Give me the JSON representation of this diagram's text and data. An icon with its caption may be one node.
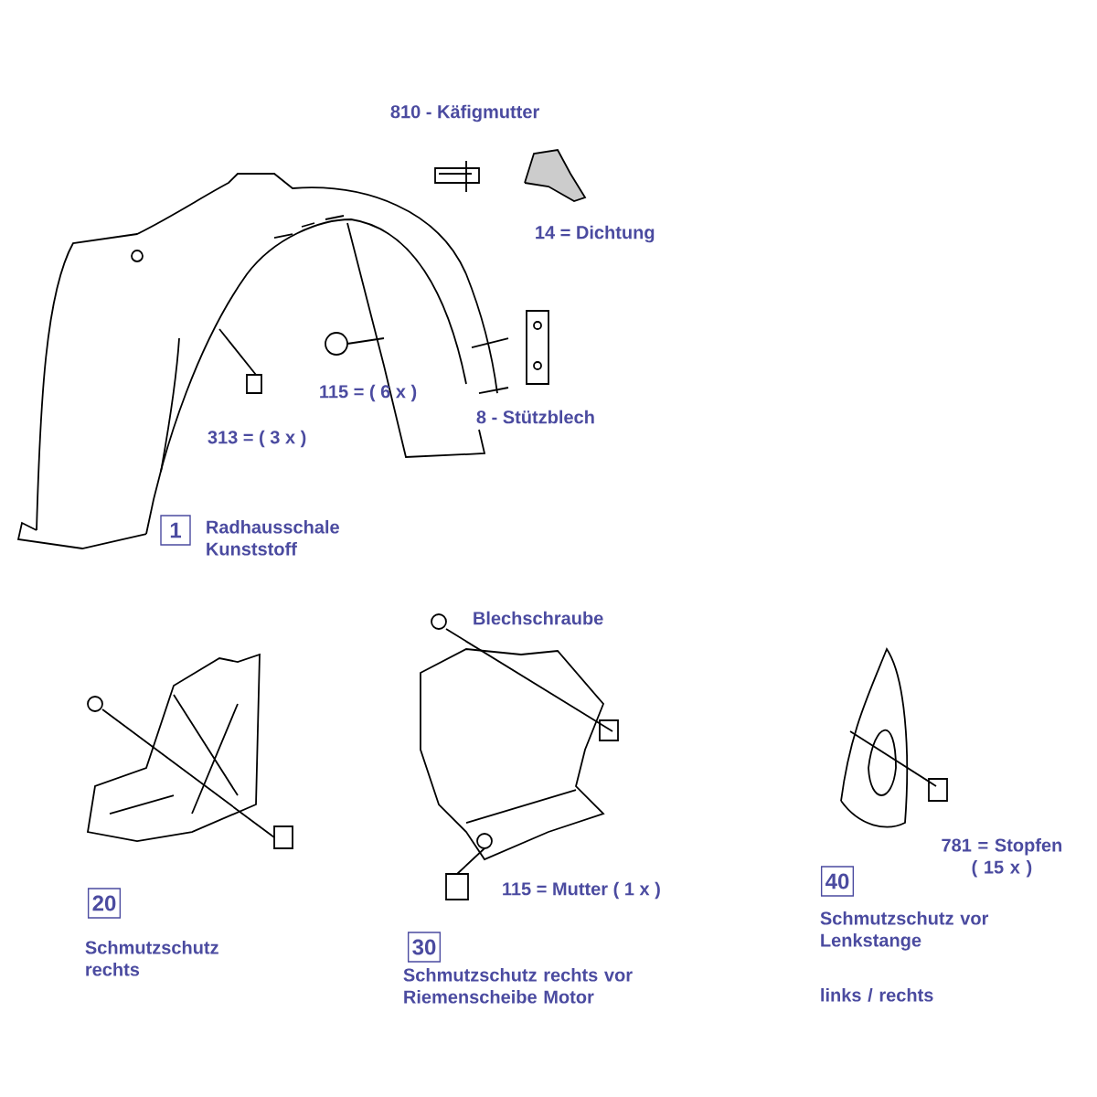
{
  "diagram": {
    "nodes": [
      {
        "text": [
          "1"
        ],
        "beside": [
          "Radhausschale Kunststoff"
        ]
      },
      {
        "text": [
          "20"
        ],
        "beside": [
          "Schmutzschutz rechts"
        ]
      },
      {
        "text": [
          "30"
        ],
        "beside": [
          "Schmutzschutz rechts vor Riemenscheibe Motor"
        ]
      },
      {
        "text": [
          "40"
        ],
        "beside": [
          "Schmutzschutz vor Lenkstange",
          "links / rechts"
        ]
      }
    ],
    "labels": [
      "810 - Käfigmutter",
      "14 = Dichtung",
      "115 = ( 6 x )",
      "8 - Stützblech",
      "313 = ( 3 x )",
      "Blechschraube",
      "115 = Mutter  ( 1 x )",
      "781 = Stopfen ( 15 x )"
    ]
  }
}
